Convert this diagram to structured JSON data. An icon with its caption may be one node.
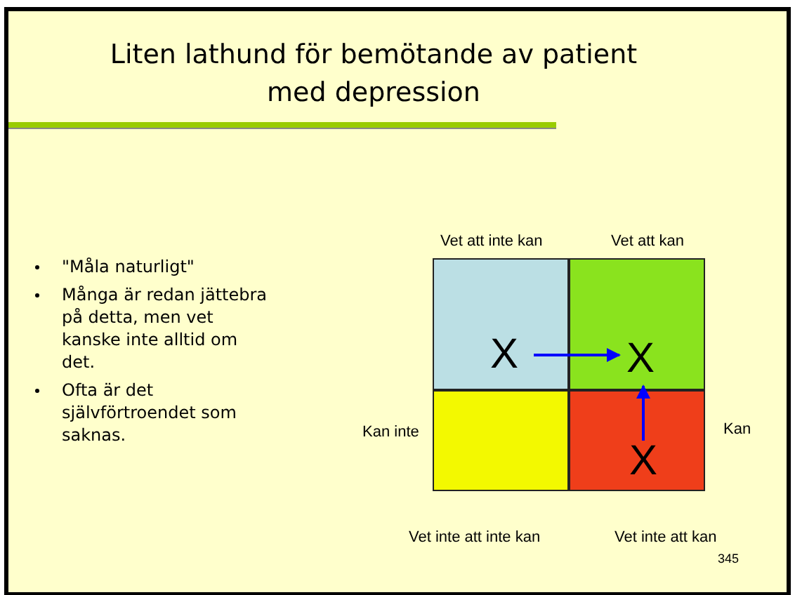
{
  "diagram": {
    "title": "Liten lathund för bemötande av patient med depression",
    "nodes": [
      {
        "text": [],
        "shape": "box"
      },
      {
        "text": [],
        "shape": "box"
      },
      {
        "text": [],
        "shape": "box"
      },
      {
        "text": [],
        "shape": "box"
      },
      {
        "text": [
          "X"
        ],
        "in": 0
      },
      {
        "text": [
          "X"
        ],
        "in": 1
      },
      {
        "text": [
          "X"
        ],
        "in": 3
      }
    ],
    "edges": [
      {
        "from": 4,
        "to": 5,
        "arrow": "to"
      },
      {
        "from": 6,
        "to": 5,
        "arrow": "to"
      }
    ],
    "labels": [
      "\"Måla naturligt\"",
      "Många är redan jättebra på detta, men vet kanske inte alltid om det.",
      "Ofta är det självförtroendet som saknas.",
      "Vet att inte kan",
      "Vet att kan",
      "Kan inte",
      "Kan",
      "Vet inte att inte kan",
      "Vet inte att kan",
      "345"
    ]
  }
}
